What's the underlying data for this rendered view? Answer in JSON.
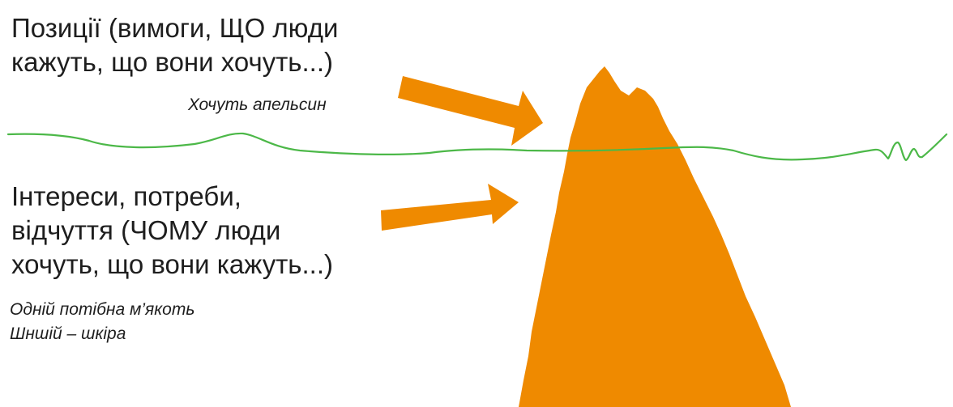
{
  "colors": {
    "iceberg": "#ef8a00",
    "arrow": "#ef8a00",
    "waterline": "#4cb848",
    "text": "#1e1e1e"
  },
  "positions": {
    "text": "Позиції (вимоги, ЩО люди\nкажуть, що вони хочуть...)",
    "example": "Хочуть апельсин"
  },
  "interests": {
    "text": "Інтереси, потреби,\nвідчуття (ЧОМУ люди\nхочуть, що вони кажуть...)",
    "example": "Одній потібна м’якоть\nШншій – шкіра"
  }
}
